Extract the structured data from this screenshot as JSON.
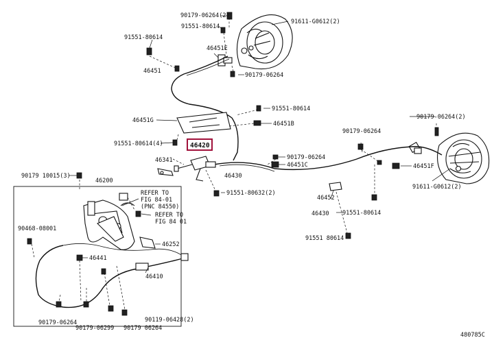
{
  "labels": {
    "p90179_06264_2_top": "90179-06264(2)",
    "p91611_g0612_2_top": "91611-G0612(2)",
    "p91551_80614_a": "91551-80614",
    "p91551_80614_b": "91551-80614",
    "p46451E": "46451E",
    "p46451_a": "46451",
    "p90179_06264_a": "90179-06264",
    "p91551_80614_c": "91551-80614",
    "p46451G": "46451G",
    "p46451B": "46451B",
    "p91551_80614_4": "91551-80614(4)",
    "p46420": "46420",
    "p90179_06264_2_right": "90179-06264(2)",
    "p90179_06264_b": "90179-06264",
    "p46341": "46341",
    "p90179_06264_c": "90179-06264",
    "p46451C": "46451C",
    "p46451F": "46451F",
    "p90179_10015_3": "90179 10015(3)",
    "p46200": "46200",
    "p46430_a": "46430",
    "p91551_80632_2": "91551-80632(2)",
    "p91611_g0612_2_right": "91611-G0612(2)",
    "ref1_l1": "REFER TO",
    "ref1_l2": "FIG 84-01",
    "ref1_l3": "(PNC 84550)",
    "ref2_l1": "REFER TO",
    "ref2_l2": "FIG 84 01",
    "p46452": "46452",
    "p91551_80614_d": "91551-80614",
    "p46430_b": "46430",
    "p90468_08001": "90468-08001",
    "p46252": "46252",
    "p91551_80614_e": "91551 80614",
    "p46441": "46441",
    "p46410": "46410",
    "p90179_06264_d": "90179-06264",
    "p90179_06299": "90179-06299",
    "p90179_06264_e": "90179 06264",
    "p90119_06428_2": "90119-06428(2)",
    "code": "480785C"
  },
  "icons": {
    "brake_backing_plate_top": "brake-backing-plate-icon",
    "brake_backing_plate_right": "brake-backing-plate-icon",
    "parking_brake_lever": "parking-brake-lever-icon",
    "equalizer": "equalizer-icon"
  },
  "highlight_color": "#a0103a"
}
